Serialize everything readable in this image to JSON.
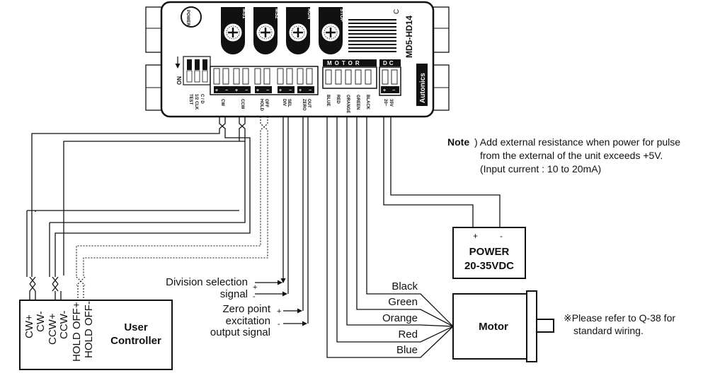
{
  "driver": {
    "model": "MD5-HD14",
    "brand": "Autonics",
    "power_led": "POWER",
    "pots": [
      "MS1",
      "MS2",
      "RUN",
      "STOP"
    ],
    "dip_on": "ON",
    "section_motor": "MOTOR",
    "section_dc": "DC",
    "plus": "+",
    "minus": "−",
    "terminal_labels": {
      "test": "TEST",
      "clk": "1/2 CLK",
      "cd": "C / D",
      "cw": "CW",
      "ccw": "CCW",
      "hold1": "HOLD",
      "hold2": "OFF",
      "div1": "DIV",
      "div2": "SEL",
      "zero1": "ZERO",
      "zero2": "OUT",
      "blue": "BLUE",
      "red": "RED",
      "orange": "ORANGE",
      "green": "GREEN",
      "black": "BLACK",
      "dc1": "20~",
      "dc2": "35V"
    }
  },
  "note": {
    "label": "Note",
    "line1": ") Add external resistance when power for pulse",
    "line2": "from the external of the unit exceeds +5V.",
    "line3": "(Input current : 10 to 20mA)"
  },
  "power": {
    "plus": "+",
    "minus": "-",
    "title": "POWER",
    "rating": "20-35VDC"
  },
  "motor": {
    "title": "Motor",
    "wires": [
      "Black",
      "Green",
      "Orange",
      "Red",
      "Blue"
    ],
    "ref1": "※Please refer to Q-38 for",
    "ref2": "standard wiring."
  },
  "controller": {
    "title1": "User",
    "title2": "Controller",
    "pins": [
      "CW+",
      "CW-",
      "CCW+",
      "CCW-",
      "HOLD OFF+",
      "HOLD OFF-"
    ]
  },
  "signals": {
    "div1": "Division selection",
    "div2": "signal",
    "zero1": "Zero point",
    "zero2": "excitation",
    "zero3": "output signal",
    "plus": "+",
    "minus": "-"
  }
}
